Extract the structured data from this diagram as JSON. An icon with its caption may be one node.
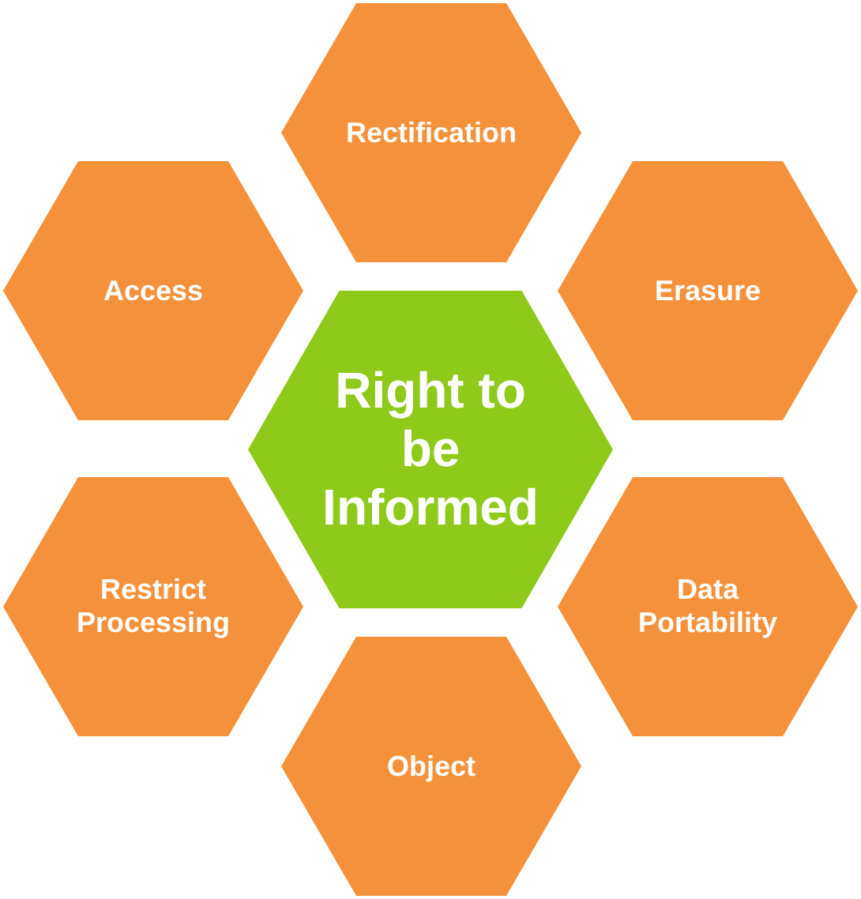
{
  "diagram": {
    "nodes": [
      {
        "text": [
          "Rectification"
        ]
      },
      {
        "text": [
          "Access"
        ]
      },
      {
        "text": [
          "Erasure"
        ]
      },
      {
        "text": [
          "Right to be Informed"
        ]
      },
      {
        "text": [
          "Restrict Processing"
        ]
      },
      {
        "text": [
          "Data Portability"
        ]
      },
      {
        "text": [
          "Object"
        ]
      }
    ]
  }
}
